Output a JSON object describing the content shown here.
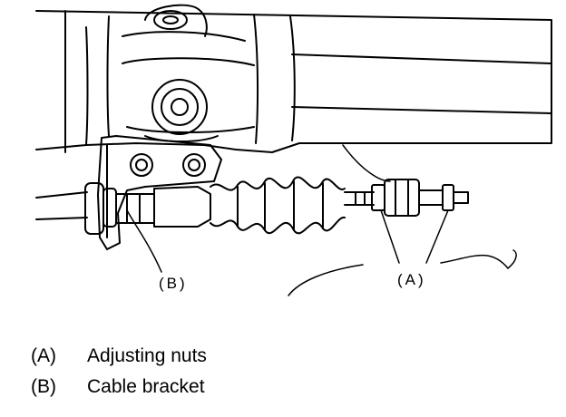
{
  "figure": {
    "callouts": [
      {
        "id": "A",
        "label": "(A)"
      },
      {
        "id": "B",
        "label": "(B)"
      }
    ]
  },
  "legend": [
    {
      "key": "(A)",
      "text": "Adjusting nuts"
    },
    {
      "key": "(B)",
      "text": "Cable bracket"
    }
  ],
  "colors": {
    "line": "#000000",
    "background": "#ffffff"
  }
}
